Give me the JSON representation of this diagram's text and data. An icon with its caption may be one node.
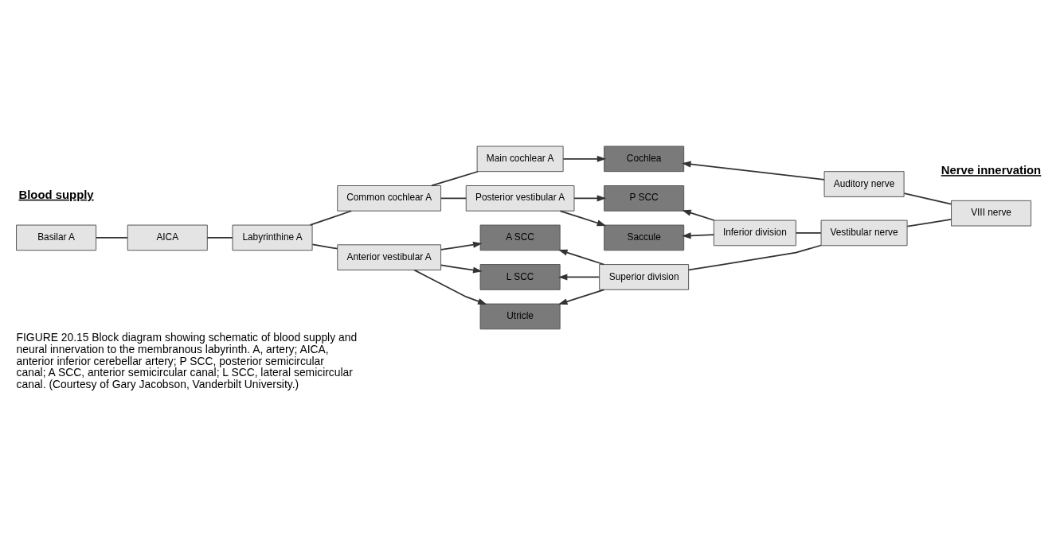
{
  "diagram": {
    "caption": "FIGURE 20.15 Block diagram showing schematic of blood supply and neural innervation to the membranous labyrinth. A, artery; AICA, anterior inferior cerebellar artery; P SCC, posterior semicircular canal; A SCC, anterior semicircular canal; L SCC, lateral semicircular canal. (Courtesy of Gary Jacobson, Vanderbilt University.)",
    "nodes": [
      {
        "text": [
          "Basilar A"
        ]
      },
      {
        "text": [
          "AICA"
        ]
      },
      {
        "text": [
          "Labyrinthine A"
        ]
      },
      {
        "text": [
          "Common cochlear A"
        ]
      },
      {
        "text": [
          "Main cochlear A"
        ]
      },
      {
        "text": [
          "Posterior vestibular A"
        ]
      },
      {
        "text": [
          "Anterior vestibular A"
        ]
      },
      {
        "text": [
          "Cochlea"
        ]
      },
      {
        "text": [
          "P SCC"
        ]
      },
      {
        "text": [
          "Saccule"
        ]
      },
      {
        "text": [
          "A SCC"
        ]
      },
      {
        "text": [
          "L SCC"
        ]
      },
      {
        "text": [
          "Utricle"
        ]
      },
      {
        "text": [
          "VIII nerve"
        ]
      },
      {
        "text": [
          "Auditory nerve"
        ]
      },
      {
        "text": [
          "Vestibular nerve"
        ]
      },
      {
        "text": [
          "Inferior division"
        ]
      },
      {
        "text": [
          "Superior division"
        ]
      }
    ],
    "edges": [
      {
        "from": 0,
        "to": 1,
        "arrow": "none"
      },
      {
        "from": 1,
        "to": 2,
        "arrow": "none"
      },
      {
        "from": 2,
        "to": 3,
        "arrow": "none"
      },
      {
        "from": 2,
        "to": 6,
        "arrow": "none"
      },
      {
        "from": 3,
        "to": 4,
        "arrow": "none"
      },
      {
        "from": 3,
        "to": 5,
        "arrow": "none"
      },
      {
        "from": 4,
        "to": 7,
        "arrow": "to"
      },
      {
        "from": 5,
        "to": 8,
        "arrow": "to"
      },
      {
        "from": 5,
        "to": 9,
        "arrow": "to"
      },
      {
        "from": 6,
        "to": 10,
        "arrow": "to"
      },
      {
        "from": 6,
        "to": 11,
        "arrow": "to"
      },
      {
        "from": 6,
        "to": 12,
        "arrow": "to"
      },
      {
        "from": 13,
        "to": 14,
        "arrow": "none"
      },
      {
        "from": 13,
        "to": 15,
        "arrow": "none"
      },
      {
        "from": 14,
        "to": 7,
        "arrow": "to"
      },
      {
        "from": 15,
        "to": 16,
        "arrow": "none"
      },
      {
        "from": 15,
        "to": 17,
        "arrow": "none"
      },
      {
        "from": 16,
        "to": 8,
        "arrow": "to"
      },
      {
        "from": 16,
        "to": 9,
        "arrow": "to"
      },
      {
        "from": 17,
        "to": 10,
        "arrow": "to"
      },
      {
        "from": 17,
        "to": 11,
        "arrow": "to"
      },
      {
        "from": 17,
        "to": 12,
        "arrow": "to"
      }
    ],
    "labels": [
      "Blood supply",
      "Nerve innervation"
    ]
  }
}
